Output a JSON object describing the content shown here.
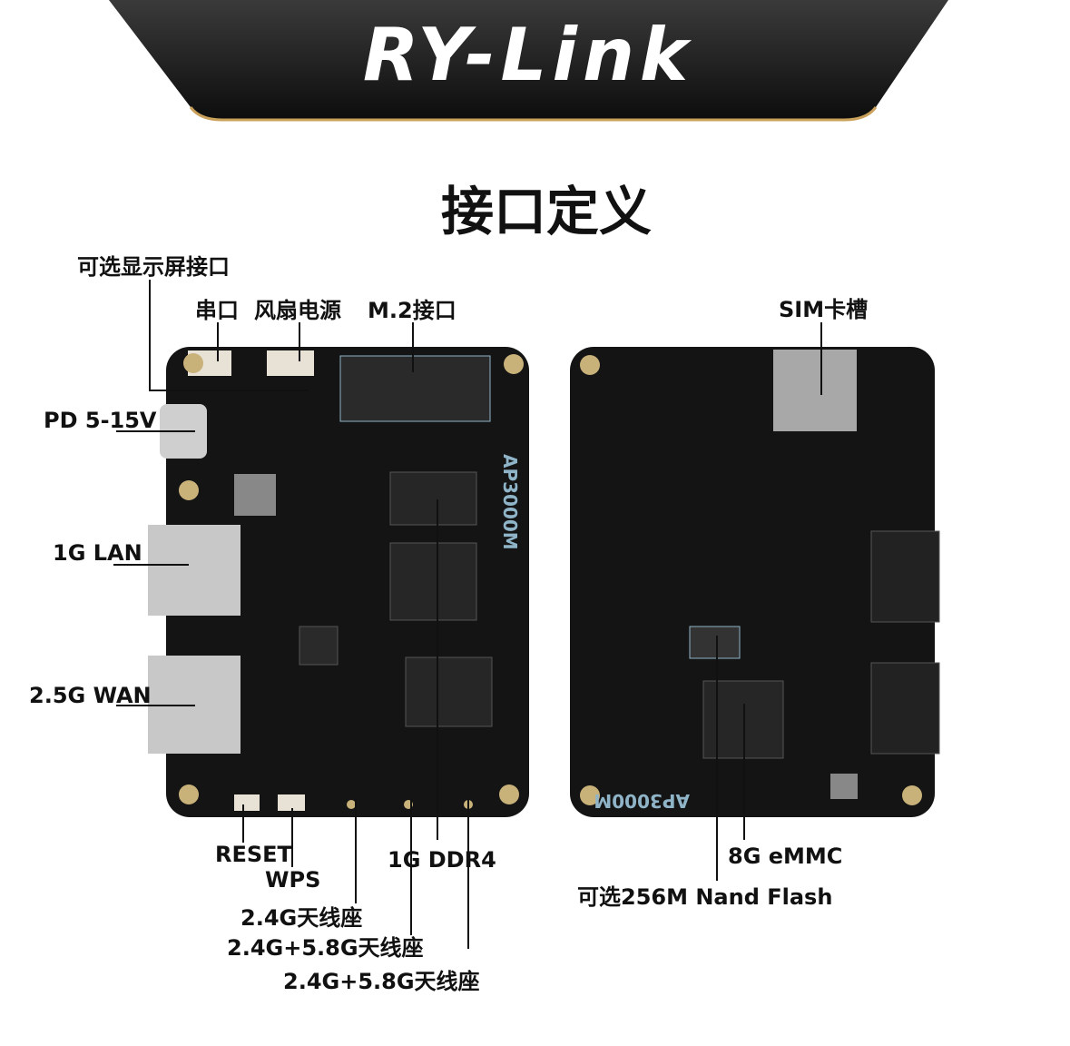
{
  "banner": {
    "brand": "RY-Link"
  },
  "heading": "接口定义",
  "board_model": "AP3000M",
  "front_labels": {
    "display": "可选显示屏接口",
    "serial": "串口",
    "fan": "风扇电源",
    "m2": "M.2接口",
    "pd": "PD 5-15V",
    "lan": "1G LAN",
    "wan": "2.5G WAN",
    "reset": "RESET",
    "wps": "WPS",
    "ddr": "1G DDR4",
    "ant1": "2.4G天线座",
    "ant2": "2.4G+5.8G天线座",
    "ant3": "2.4G+5.8G天线座"
  },
  "back_labels": {
    "sim": "SIM卡槽",
    "emmc": "8G eMMC",
    "nand": "可选256M Nand Flash"
  },
  "colors": {
    "banner": "#1a1a1a",
    "pcb": "#141414",
    "silk": "#8fb4c8",
    "pad": "#c9b27a"
  }
}
